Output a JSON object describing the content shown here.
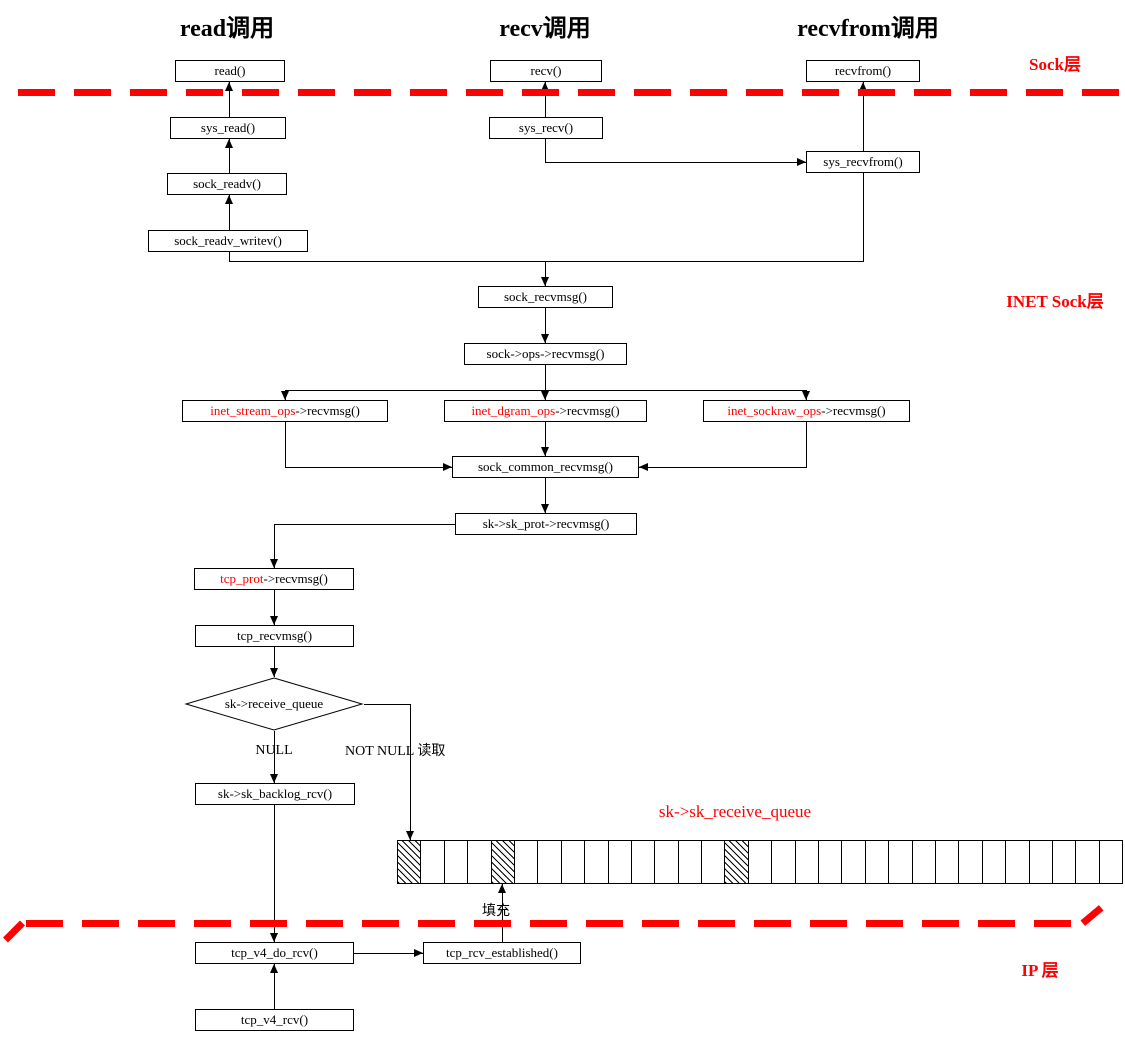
{
  "titles": {
    "read": "read调用",
    "recv": "recv调用",
    "recvfrom": "recvfrom调用"
  },
  "layers": {
    "sock": "Sock层",
    "inet_sock": "INET Sock层",
    "ip": "IP 层"
  },
  "nodes": {
    "read": "read()",
    "sys_read": "sys_read()",
    "sock_readv": "sock_readv()",
    "sock_readv_writev": "sock_readv_writev()",
    "recv": "recv()",
    "sys_recv": "sys_recv()",
    "recvfrom": "recvfrom()",
    "sys_recvfrom": "sys_recvfrom()",
    "sock_recvmsg": "sock_recvmsg()",
    "sock_ops_recvmsg": "sock->ops->recvmsg()",
    "inet_stream": {
      "red": "inet_stream_ops",
      "rest": "->recvmsg()"
    },
    "inet_dgram": {
      "red": "inet_dgram_ops",
      "rest": "->recvmsg()"
    },
    "inet_sockraw": {
      "red": "inet_sockraw_ops",
      "rest": "->recvmsg()"
    },
    "sock_common_recvmsg": "sock_common_recvmsg()",
    "sk_prot_recvmsg": "sk->sk_prot->recvmsg()",
    "tcp_prot": {
      "red": "tcp_prot",
      "rest": "->recvmsg()"
    },
    "tcp_recvmsg": "tcp_recvmsg()",
    "receive_queue_check": "sk->receive_queue",
    "sk_backlog_rcv": "sk->sk_backlog_rcv()",
    "tcp_v4_do_rcv": "tcp_v4_do_rcv()",
    "tcp_rcv_established": "tcp_rcv_established()",
    "tcp_v4_rcv": "tcp_v4_rcv()"
  },
  "edge_labels": {
    "null_label": "NULL",
    "not_null": "NOT  NULL  读取",
    "fill": "填充"
  },
  "queue": {
    "label": "sk->sk_receive_queue",
    "cell_count": 31,
    "hatched_cells": [
      0,
      4,
      14
    ]
  },
  "colors": {
    "accent_red": "#fe0000",
    "line_black": "#000000"
  }
}
